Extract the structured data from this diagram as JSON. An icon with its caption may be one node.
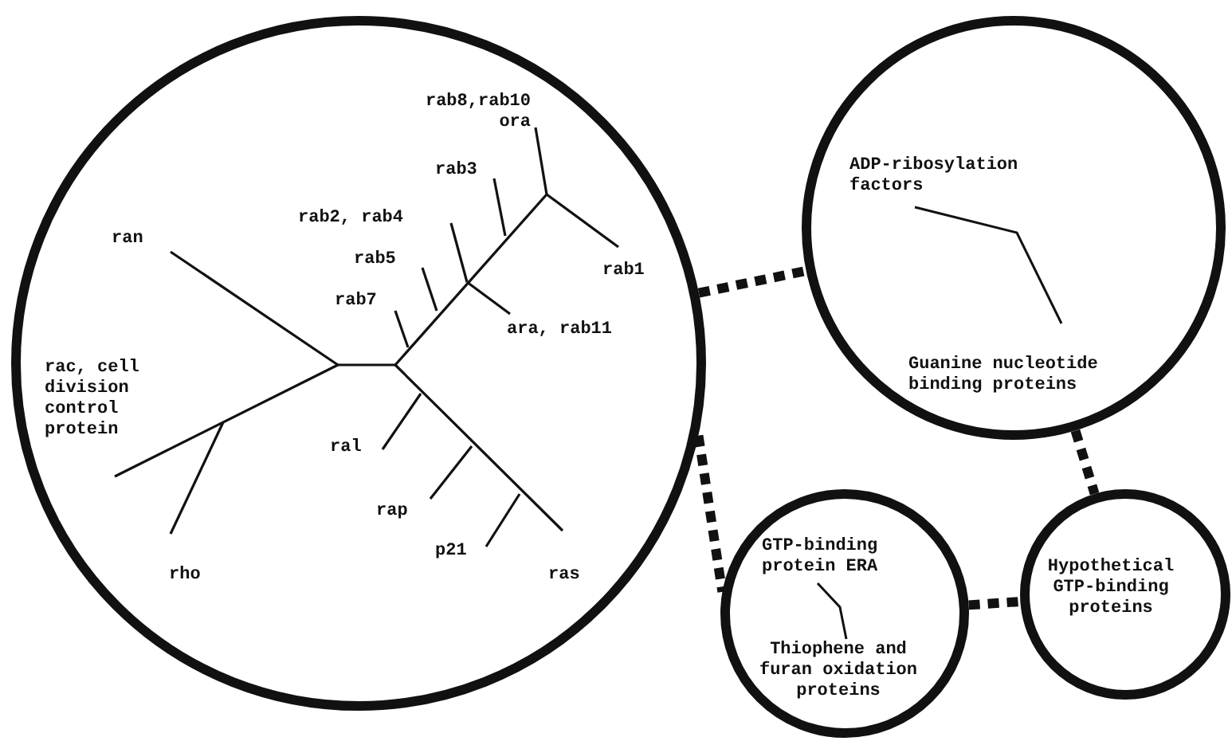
{
  "diagram": {
    "nodes": [
      {
        "text": [],
        "shape": "circle"
      },
      {
        "text": [
          "rab8,rab10 ora"
        ],
        "in": 0
      },
      {
        "text": [
          "rab3"
        ],
        "in": 0
      },
      {
        "text": [
          "rab2, rab4"
        ],
        "in": 0
      },
      {
        "text": [
          "ran"
        ],
        "in": 0
      },
      {
        "text": [
          "rab5"
        ],
        "in": 0
      },
      {
        "text": [
          "rab1"
        ],
        "in": 0
      },
      {
        "text": [
          "rab7"
        ],
        "in": 0
      },
      {
        "text": [
          "ara, rab11"
        ],
        "in": 0
      },
      {
        "text": [
          "rac, cell division control protein"
        ],
        "in": 0
      },
      {
        "text": [
          "ral"
        ],
        "in": 0
      },
      {
        "text": [
          "rap"
        ],
        "in": 0
      },
      {
        "text": [
          "p21"
        ],
        "in": 0
      },
      {
        "text": [
          "ras"
        ],
        "in": 0
      },
      {
        "text": [
          "rho"
        ],
        "in": 0
      },
      {
        "text": [],
        "shape": "circle"
      },
      {
        "text": [
          "ADP-ribosylation factors"
        ],
        "in": 15
      },
      {
        "text": [
          "Guanine nucleotide binding proteins"
        ],
        "in": 15
      },
      {
        "text": [],
        "shape": "circle"
      },
      {
        "text": [
          "GTP-binding protein ERA"
        ],
        "in": 18
      },
      {
        "text": [
          "Thiophene and furan oxidation proteins"
        ],
        "in": 18
      },
      {
        "text": [],
        "shape": "circle"
      },
      {
        "text": [
          "Hypothetical GTP-binding proteins"
        ],
        "in": 21
      }
    ],
    "edges": [
      {
        "from": 0,
        "to": 15,
        "arrow": "none",
        "style": "dashed"
      },
      {
        "from": 0,
        "to": 18,
        "arrow": "none",
        "style": "dashed"
      },
      {
        "from": 15,
        "to": 21,
        "arrow": "none",
        "style": "dashed"
      },
      {
        "from": 18,
        "to": 21,
        "arrow": "none",
        "style": "dashed"
      },
      {
        "from": 16,
        "to": 17,
        "arrow": "none"
      },
      {
        "from": 19,
        "to": 20,
        "arrow": "none"
      }
    ]
  }
}
